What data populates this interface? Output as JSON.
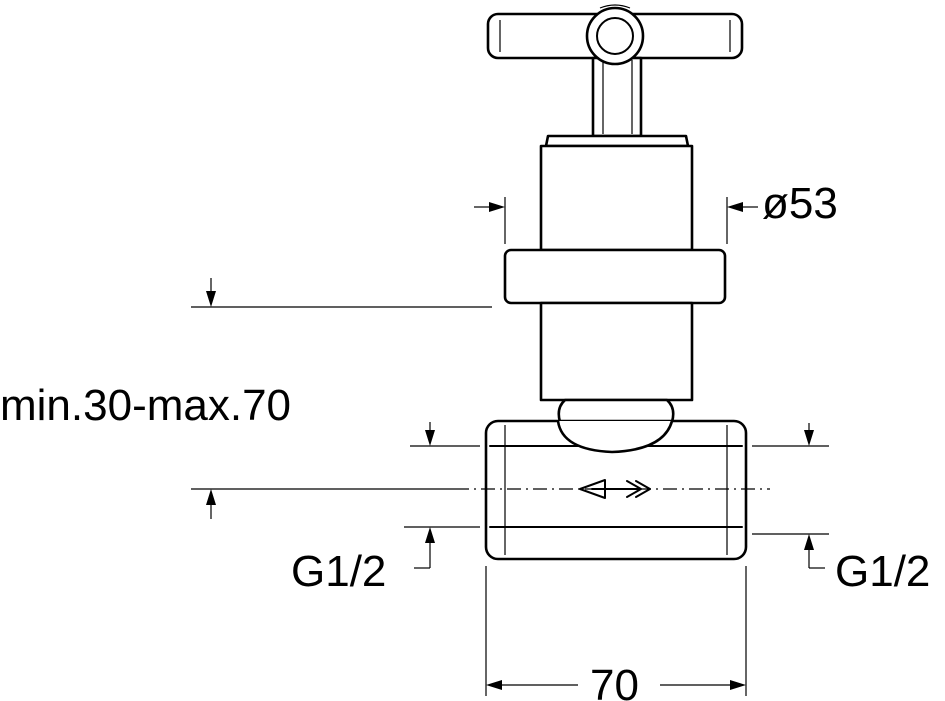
{
  "labels": {
    "diameter": "ø53",
    "depth_range": "min.30-max.70",
    "thread_left": "G1/2",
    "thread_right": "G1/2",
    "width": "70"
  }
}
